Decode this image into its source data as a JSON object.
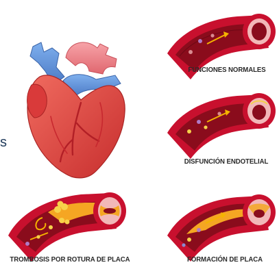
{
  "panels": [
    {
      "id": "normal",
      "caption": "FUNCIONES NORMALES"
    },
    {
      "id": "endothelial",
      "caption": "DISFUNCIÓN ENDOTELIAL"
    },
    {
      "id": "thrombosis",
      "caption": "TROMBOSIS POR ROTURA DE PLACA"
    },
    {
      "id": "plaque",
      "caption": "FORMACIÓN DE PLACA"
    }
  ],
  "edge_text": "s",
  "colors": {
    "vessel_outer": "#c8102e",
    "vessel_lumen": "#7a0a18",
    "vessel_cut": "#f2b8b8",
    "plaque": "#f5a623",
    "aorta_blue": "#5b8fd6",
    "heart_red": "#e0443e"
  }
}
